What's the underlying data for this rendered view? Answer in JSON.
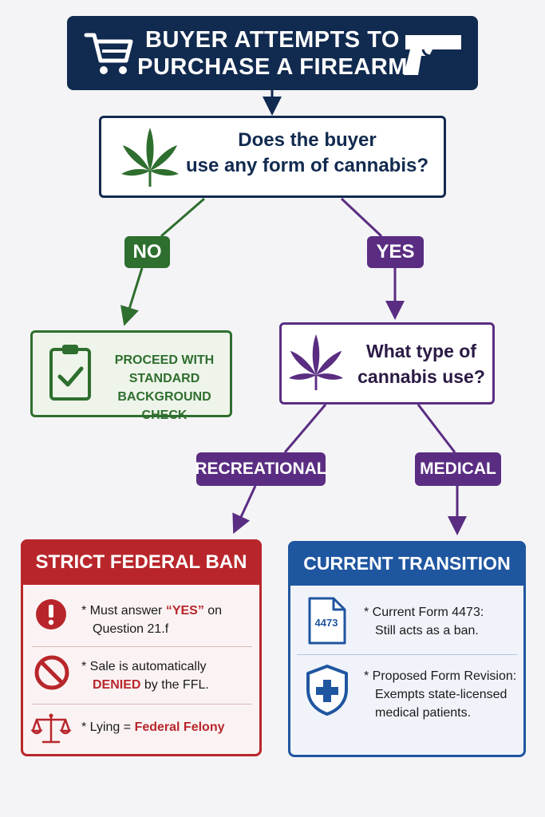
{
  "start": {
    "line1": "BUYER ATTEMPTS TO",
    "line2": "PURCHASE A FIREARM",
    "icons": [
      "shopping-cart-icon",
      "handgun-icon"
    ]
  },
  "question1": {
    "line1": "Does the buyer",
    "line2": "use any form of cannabis?",
    "icon": "cannabis-leaf-icon"
  },
  "branches": {
    "no": "NO",
    "yes": "YES",
    "recreational": "RECREATIONAL",
    "medical": "MEDICAL"
  },
  "proceed": {
    "line1": "PROCEED WITH",
    "line2": "STANDARD",
    "line3": "BACKGROUND CHECK",
    "icon": "clipboard-check-icon"
  },
  "question2": {
    "line1": "What type of",
    "line2": "cannabis use?",
    "icon": "cannabis-leaf-icon"
  },
  "ban": {
    "title": "STRICT FEDERAL BAN",
    "items": [
      {
        "pre": "* Must answer ",
        "highlight": "“YES”",
        "post": " on",
        "line2": "Question 21.f",
        "icon": "exclamation-icon"
      },
      {
        "line1": "* Sale is automatically",
        "highlight": "DENIED",
        "post": " by the FFL.",
        "icon": "prohibited-icon"
      },
      {
        "pre": "* Lying = ",
        "highlight": "Federal Felony",
        "icon": "scales-of-justice-icon"
      }
    ]
  },
  "transition": {
    "title": "CURRENT TRANSITION",
    "items": [
      {
        "line1": "* Current Form 4473:",
        "line2": "Still acts as a ban.",
        "icon": "form-document-icon",
        "icon_label": "4473"
      },
      {
        "line1": "* Proposed Form Revision:",
        "line2": "Exempts state-licensed",
        "line3": "medical patients.",
        "icon": "medical-shield-icon"
      }
    ]
  },
  "colors": {
    "navy": "#112a4f",
    "green": "#2e6e2e",
    "purple": "#5a2d82",
    "red": "#b8262b",
    "blue": "#1f56a0"
  }
}
